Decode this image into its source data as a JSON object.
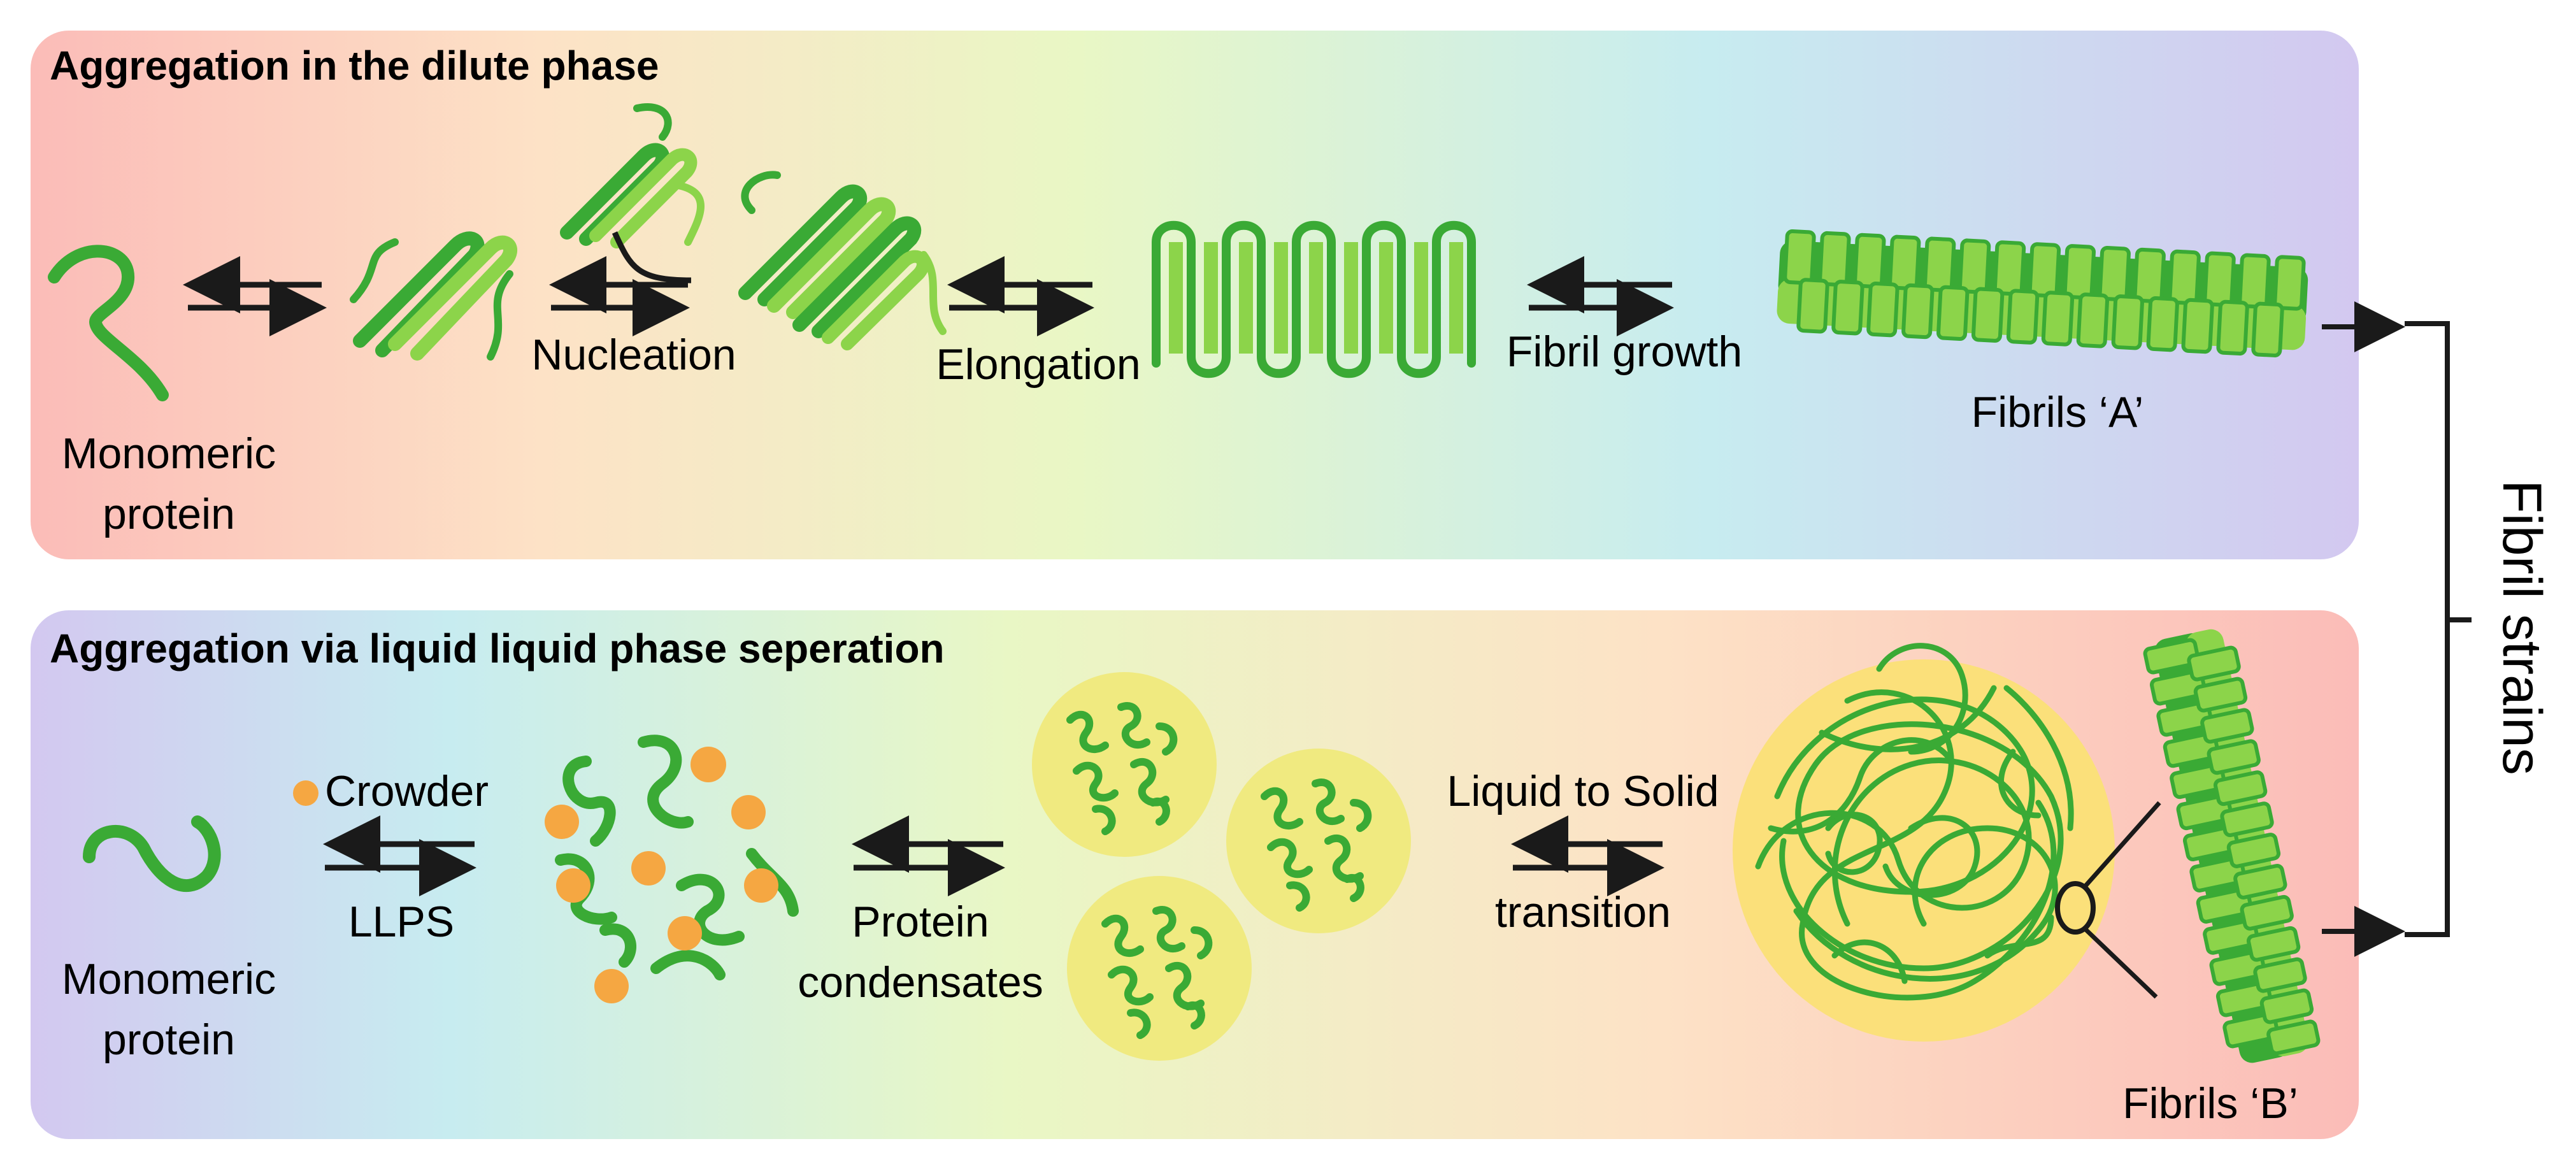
{
  "top_panel": {
    "title": "Aggregation in the dilute phase",
    "monomer_label_line1": "Monomeric",
    "monomer_label_line2": "protein",
    "nucleation_label": "Nucleation",
    "elongation_label": "Elongation",
    "fibril_growth_label": "Fibril growth",
    "fibrils_label": "Fibrils ‘A’"
  },
  "bottom_panel": {
    "title": "Aggregation via liquid liquid phase seperation",
    "monomer_label_line1": "Monomeric",
    "monomer_label_line2": "protein",
    "crowder_label": "Crowder",
    "llps_label": "LLPS",
    "condensates_label_line1": "Protein",
    "condensates_label_line2": "condensates",
    "transition_label_line1": "Liquid to Solid",
    "transition_label_line2": "transition",
    "fibrils_label": "Fibrils ‘B’"
  },
  "side_label": "Fibril strains",
  "colors": {
    "protein_dark": "#3aaa35",
    "protein_light": "#8cd44a",
    "crowder": "#f5a742",
    "condensate_fill": "#f0ea80",
    "aggregate_fill": "#fbe07a",
    "arrow": "#1a1a1a"
  }
}
